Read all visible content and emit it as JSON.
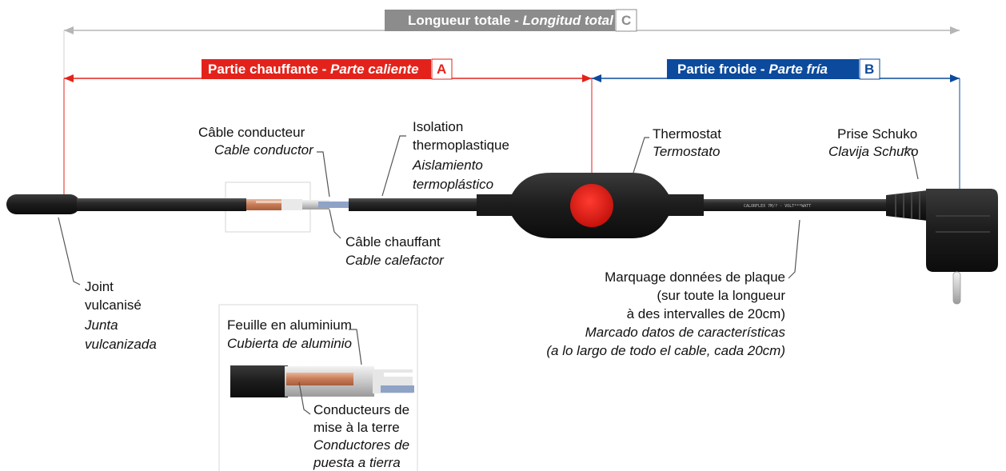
{
  "dimensions": {
    "total": {
      "label": "Longueur totale - ",
      "label_italic": "Longitud total",
      "letter": "C",
      "color": "#8c8c8c"
    },
    "heating": {
      "label": "Partie chauffante - ",
      "label_italic": "Parte caliente",
      "letter": "A",
      "color": "#e3231b"
    },
    "cold": {
      "label": "Partie froide - ",
      "label_italic": "Parte fría",
      "letter": "B",
      "color": "#0b4a9c"
    }
  },
  "callouts": {
    "conductor": {
      "fr": "Câble conducteur",
      "es": "Cable conductor"
    },
    "insulation": {
      "fr1": "Isolation",
      "fr2": "thermoplastique",
      "es1": "Aislamiento",
      "es2": "termoplástico"
    },
    "thermostat": {
      "fr": "Thermostat",
      "es": "Termostato"
    },
    "plug": {
      "fr": "Prise Schuko",
      "es": "Clavija Schuko"
    },
    "heating_cable": {
      "fr": "Câble chauffant",
      "es": "Cable calefactor"
    },
    "joint": {
      "fr1": "Joint",
      "fr2": "vulcanisé",
      "es1": "Junta",
      "es2": "vulcanizada"
    },
    "marking": {
      "fr1": "Marquage données de plaque",
      "fr2": "(sur toute la longueur",
      "fr3": "à des intervalles de 20cm)",
      "es1": "Marcado datos de características",
      "es2": "(a lo largo de todo el cable, cada 20cm)"
    },
    "foil": {
      "fr": "Feuille en aluminium",
      "es": "Cubierta de aluminio"
    },
    "earth": {
      "fr1": "Conducteurs de",
      "fr2": "mise à la terre",
      "es1": "Conductores de",
      "es2": "puesta a tierra"
    }
  },
  "cable_print": "CALORFLEX 7M/? · VOLT***WATT",
  "colors": {
    "cable": "#2a2a2a",
    "thermostat_button": "#e8211c",
    "leader": "#555555"
  }
}
